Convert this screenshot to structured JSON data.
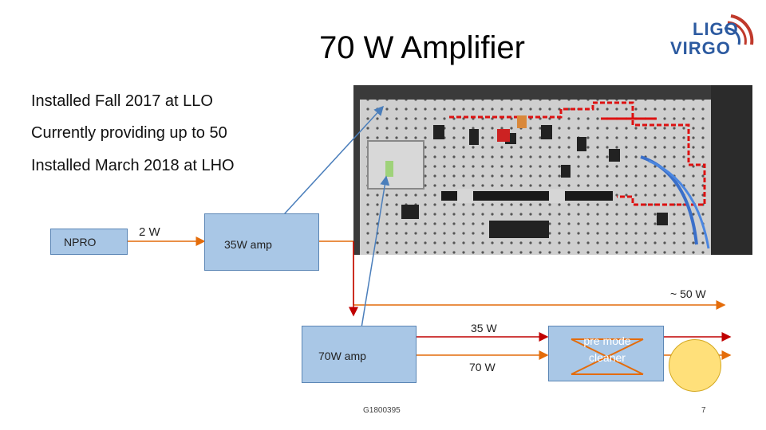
{
  "slide": {
    "title": "70 W Amplifier",
    "bullets": [
      "Installed Fall 2017 at LLO",
      "Currently providing up to 50",
      "Installed March 2018 at LHO"
    ],
    "logo_line1": "LIGO",
    "logo_line2": "VIRGO",
    "footer_id": "G1800395",
    "page_number": "7"
  },
  "diagram": {
    "npro_label": "NPRO",
    "amp35_label": "35W amp",
    "amp70_label": "70W amp",
    "pmc_label": "pre mode cleaner",
    "power_2w": "2 W",
    "power_50w": "~ 50 W",
    "power_35w": "35 W",
    "power_70w": "70 W"
  },
  "colors": {
    "box_fill": "#a9c7e6",
    "laser_orange": "#e46c0a",
    "laser_red": "#c00000",
    "pointer_blue": "#4a7ebb",
    "target_yellow": "#ffe07a",
    "logo_red": "#c0392b",
    "logo_blue": "#2c5aa0"
  }
}
